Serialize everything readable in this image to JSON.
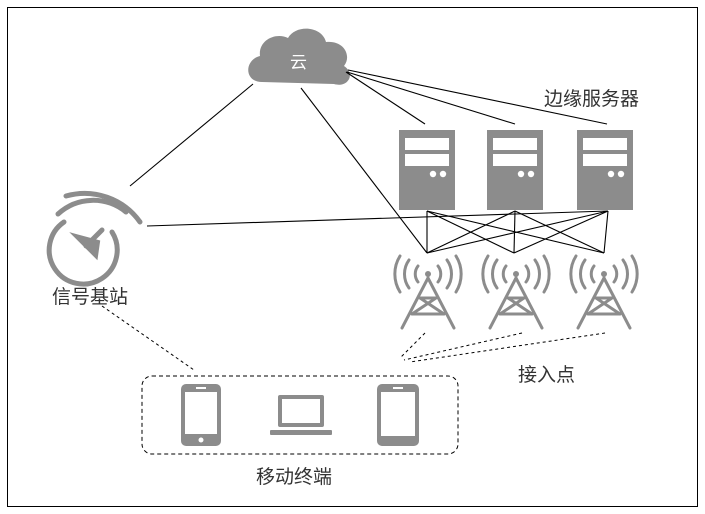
{
  "diagram": {
    "cloud_label": "云",
    "edge_servers_label": "边缘服务器",
    "base_station_label": "信号基站",
    "access_point_label": "接入点",
    "mobile_terminal_label": "移动终端",
    "colors": {
      "device_fill": "#8c8c8c",
      "line": "#000000",
      "frame": "#000000"
    },
    "icons": [
      "cloud-icon",
      "server-icon",
      "antenna-tower-icon",
      "satellite-dish-icon",
      "phone-icon",
      "laptop-icon",
      "tablet-icon"
    ]
  }
}
